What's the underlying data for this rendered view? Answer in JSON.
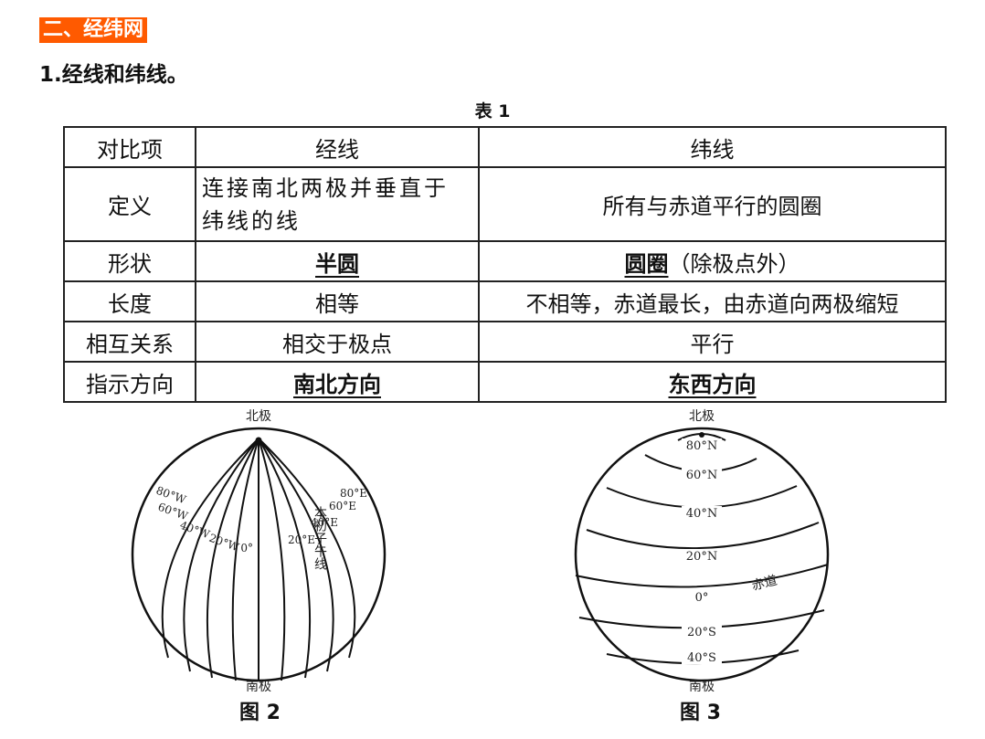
{
  "section": {
    "title": "二、经纬网"
  },
  "subheading": "1.经线和纬线。",
  "table": {
    "caption": "表 1",
    "header": [
      "对比项",
      "经线",
      "纬线"
    ],
    "rows": [
      {
        "label": "定义",
        "meridian": "连接南北两极并垂直于纬线的线",
        "parallel": "所有与赤道平行的圆圈"
      },
      {
        "label": "形状",
        "meridian": "半圆",
        "parallel": "圆圈",
        "parallel_note": "（除极点外）"
      },
      {
        "label": "长度",
        "meridian": "相等",
        "parallel": "不相等，赤道最长，由赤道向两极缩短"
      },
      {
        "label": "相互关系",
        "meridian": "相交于极点",
        "parallel": "平行"
      },
      {
        "label": "指示方向",
        "meridian": "南北方向",
        "parallel": "东西方向"
      }
    ]
  },
  "figure2": {
    "caption": "图 2",
    "north_pole": "北极",
    "south_pole": "南极",
    "prime_meridian": "本初子午线",
    "labels_west": [
      "80°W",
      "60°W",
      "40°W",
      "20°W"
    ],
    "zero": "0°",
    "labels_east": [
      "20°E",
      "40°E",
      "60°E",
      "80°E"
    ]
  },
  "figure3": {
    "caption": "图 3",
    "north_pole": "北极",
    "south_pole": "南极",
    "equator": "赤道",
    "lat_labels": [
      "80°N",
      "60°N",
      "40°N",
      "20°N",
      "0°",
      "20°S",
      "40°S"
    ]
  }
}
